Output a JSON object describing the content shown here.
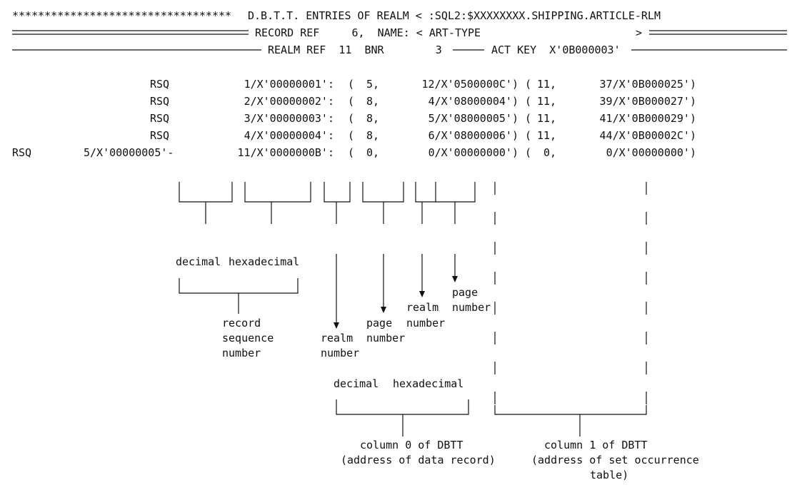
{
  "header": {
    "line1_stars": "**********************************",
    "line1_text": "D.B.T.T. ENTRIES OF REALM < :SQL2:$XXXXXXXX.SHIPPING.ARTICLE-RLM",
    "line2_text": "RECORD REF     6,  NAME: < ART-TYPE",
    "line2_close": ">",
    "line3_text": "REALM REF  11  BNR        3",
    "line3_key": "ACT KEY  X'0B000003'"
  },
  "rows": [
    {
      "label": "RSQ",
      "pre": "",
      "rsq": "1/X'00000001':",
      "open": "(",
      "realm0": "5,",
      "addr0": "12/X'0500000C')",
      "open1": "(",
      "realm1": "11,",
      "addr1": "37/X'0B000025')"
    },
    {
      "label": "RSQ",
      "pre": "",
      "rsq": "2/X'00000002':",
      "open": "(",
      "realm0": "8,",
      "addr0": "4/X'08000004')",
      "open1": "(",
      "realm1": "11,",
      "addr1": "39/X'0B000027')"
    },
    {
      "label": "RSQ",
      "pre": "",
      "rsq": "3/X'00000003':",
      "open": "(",
      "realm0": "8,",
      "addr0": "5/X'08000005')",
      "open1": "(",
      "realm1": "11,",
      "addr1": "41/X'0B000029')"
    },
    {
      "label": "RSQ",
      "pre": "",
      "rsq": "4/X'00000004':",
      "open": "(",
      "realm0": "8,",
      "addr0": "6/X'08000006')",
      "open1": "(",
      "realm1": "11,",
      "addr1": "44/X'0B00002C')"
    },
    {
      "label": "RSQ",
      "pre": "5/X'00000005'-",
      "rsq": "11/X'0000000B':",
      "open": "(",
      "realm0": "0,",
      "addr0": "0/X'00000000')",
      "open1": "(",
      "realm1": "0,",
      "addr1": "0/X'00000000')"
    }
  ],
  "annotations": {
    "rsq_decimal": "decimal",
    "rsq_hex": "hexadecimal",
    "rsq_caption": [
      "record",
      "sequence",
      "number"
    ],
    "realm_caption": [
      "realm",
      "number"
    ],
    "page_caption": [
      "page",
      "number"
    ],
    "realm1_caption": [
      "realm",
      "number"
    ],
    "page1_caption": [
      "page",
      "number"
    ],
    "col0_decimal": "decimal",
    "col0_hex": "hexadecimal",
    "col0_caption": [
      "column 0 of DBTT",
      "(address of data record)"
    ],
    "col1_caption": [
      "column 1 of DBTT",
      "(address of set occurrence",
      "table)"
    ]
  }
}
